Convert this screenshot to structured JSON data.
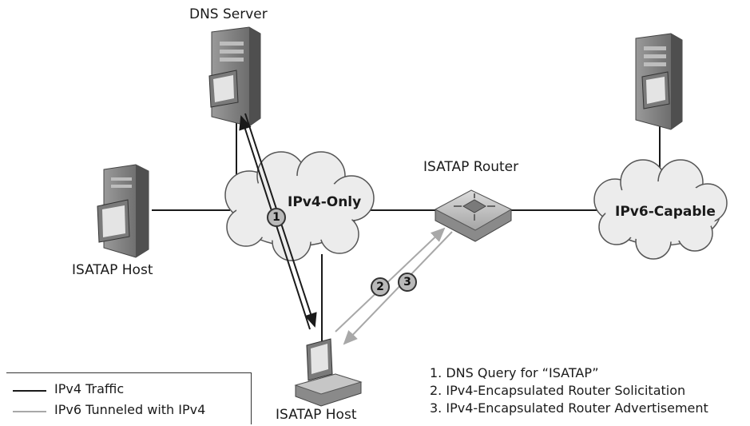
{
  "labels": {
    "dns_server": "DNS Server",
    "isatap_router": "ISATAP Router",
    "isatap_host_left": "ISATAP Host",
    "isatap_host_bottom": "ISATAP Host",
    "cloud_ipv4": "IPv4-Only",
    "cloud_ipv6": "IPv6-Capable"
  },
  "badges": [
    "1",
    "2",
    "3"
  ],
  "legend": [
    {
      "label": "IPv4 Traffic",
      "color": "#1a1a1a"
    },
    {
      "label": "IPv6 Tunneled with IPv4",
      "color": "#a8a8a8"
    }
  ],
  "steps": [
    "1. DNS Query for “ISATAP”",
    "2. IPv4-Encapsulated Router Solicitation",
    "3. IPv4-Encapsulated Router Advertisement"
  ],
  "colors": {
    "ipv4_line": "#1a1a1a",
    "ipv6_tunnel_line": "#a8a8a8",
    "cloud_fill": "#ececec",
    "device_gray": "#8a8a8a"
  }
}
